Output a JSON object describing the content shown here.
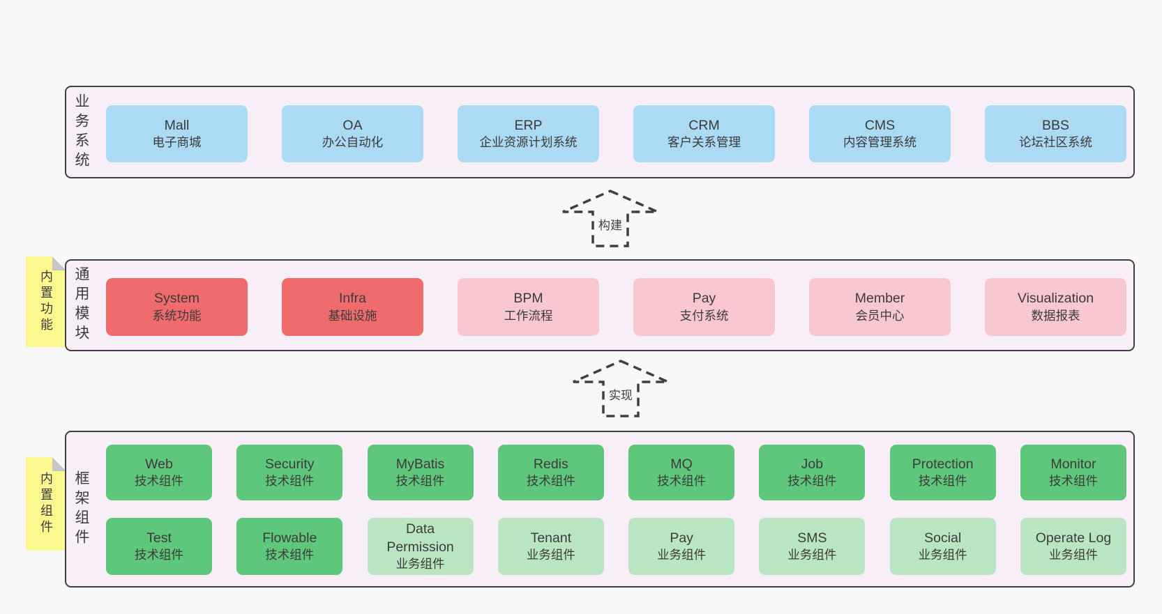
{
  "colors": {
    "blue": "#aadaf4",
    "red": "#f06c6c",
    "pink": "#f9c7cf",
    "green": "#5fc77c",
    "lightgreen": "#bae5c3",
    "band_bg": "#f8eef7",
    "band_border": "#3f3f3f",
    "sticky_bg": "#fbf88f",
    "sticky_fold": "#c6c6c6",
    "text": "#3b3b3b",
    "page_bg": "#f8f8f8"
  },
  "arrows": [
    {
      "label": "构建"
    },
    {
      "label": "实现"
    }
  ],
  "bands": [
    {
      "label": "业务系统",
      "boxes": [
        {
          "title": "Mall",
          "subtitle": "电子商城",
          "variant": "blue"
        },
        {
          "title": "OA",
          "subtitle": "办公自动化",
          "variant": "blue"
        },
        {
          "title": "ERP",
          "subtitle": "企业资源计划系统",
          "variant": "blue"
        },
        {
          "title": "CRM",
          "subtitle": "客户关系管理",
          "variant": "blue"
        },
        {
          "title": "CMS",
          "subtitle": "内容管理系统",
          "variant": "blue"
        },
        {
          "title": "BBS",
          "subtitle": "论坛社区系统",
          "variant": "blue"
        }
      ]
    },
    {
      "label": "通用模块",
      "sticky": "内置功能",
      "boxes": [
        {
          "title": "System",
          "subtitle": "系统功能",
          "variant": "red"
        },
        {
          "title": "Infra",
          "subtitle": "基础设施",
          "variant": "red"
        },
        {
          "title": "BPM",
          "subtitle": "工作流程",
          "variant": "pink"
        },
        {
          "title": "Pay",
          "subtitle": "支付系统",
          "variant": "pink"
        },
        {
          "title": "Member",
          "subtitle": "会员中心",
          "variant": "pink"
        },
        {
          "title": "Visualization",
          "subtitle": "数据报表",
          "variant": "pink"
        }
      ]
    },
    {
      "label": "框架组件",
      "sticky": "内置组件",
      "rows": [
        [
          {
            "title": "Web",
            "subtitle": "技术组件",
            "variant": "green"
          },
          {
            "title": "Security",
            "subtitle": "技术组件",
            "variant": "green"
          },
          {
            "title": "MyBatis",
            "subtitle": "技术组件",
            "variant": "green"
          },
          {
            "title": "Redis",
            "subtitle": "技术组件",
            "variant": "green"
          },
          {
            "title": "MQ",
            "subtitle": "技术组件",
            "variant": "green"
          },
          {
            "title": "Job",
            "subtitle": "技术组件",
            "variant": "green"
          },
          {
            "title": "Protection",
            "subtitle": "技术组件",
            "variant": "green"
          },
          {
            "title": "Monitor",
            "subtitle": "技术组件",
            "variant": "green"
          }
        ],
        [
          {
            "title": "Test",
            "subtitle": "技术组件",
            "variant": "green"
          },
          {
            "title": "Flowable",
            "subtitle": "技术组件",
            "variant": "green"
          },
          {
            "title": "Data Permission",
            "subtitle": "业务组件",
            "variant": "lightgreen"
          },
          {
            "title": "Tenant",
            "subtitle": "业务组件",
            "variant": "lightgreen"
          },
          {
            "title": "Pay",
            "subtitle": "业务组件",
            "variant": "lightgreen"
          },
          {
            "title": "SMS",
            "subtitle": "业务组件",
            "variant": "lightgreen"
          },
          {
            "title": "Social",
            "subtitle": "业务组件",
            "variant": "lightgreen"
          },
          {
            "title": "Operate Log",
            "subtitle": "业务组件",
            "variant": "lightgreen"
          }
        ]
      ]
    }
  ]
}
